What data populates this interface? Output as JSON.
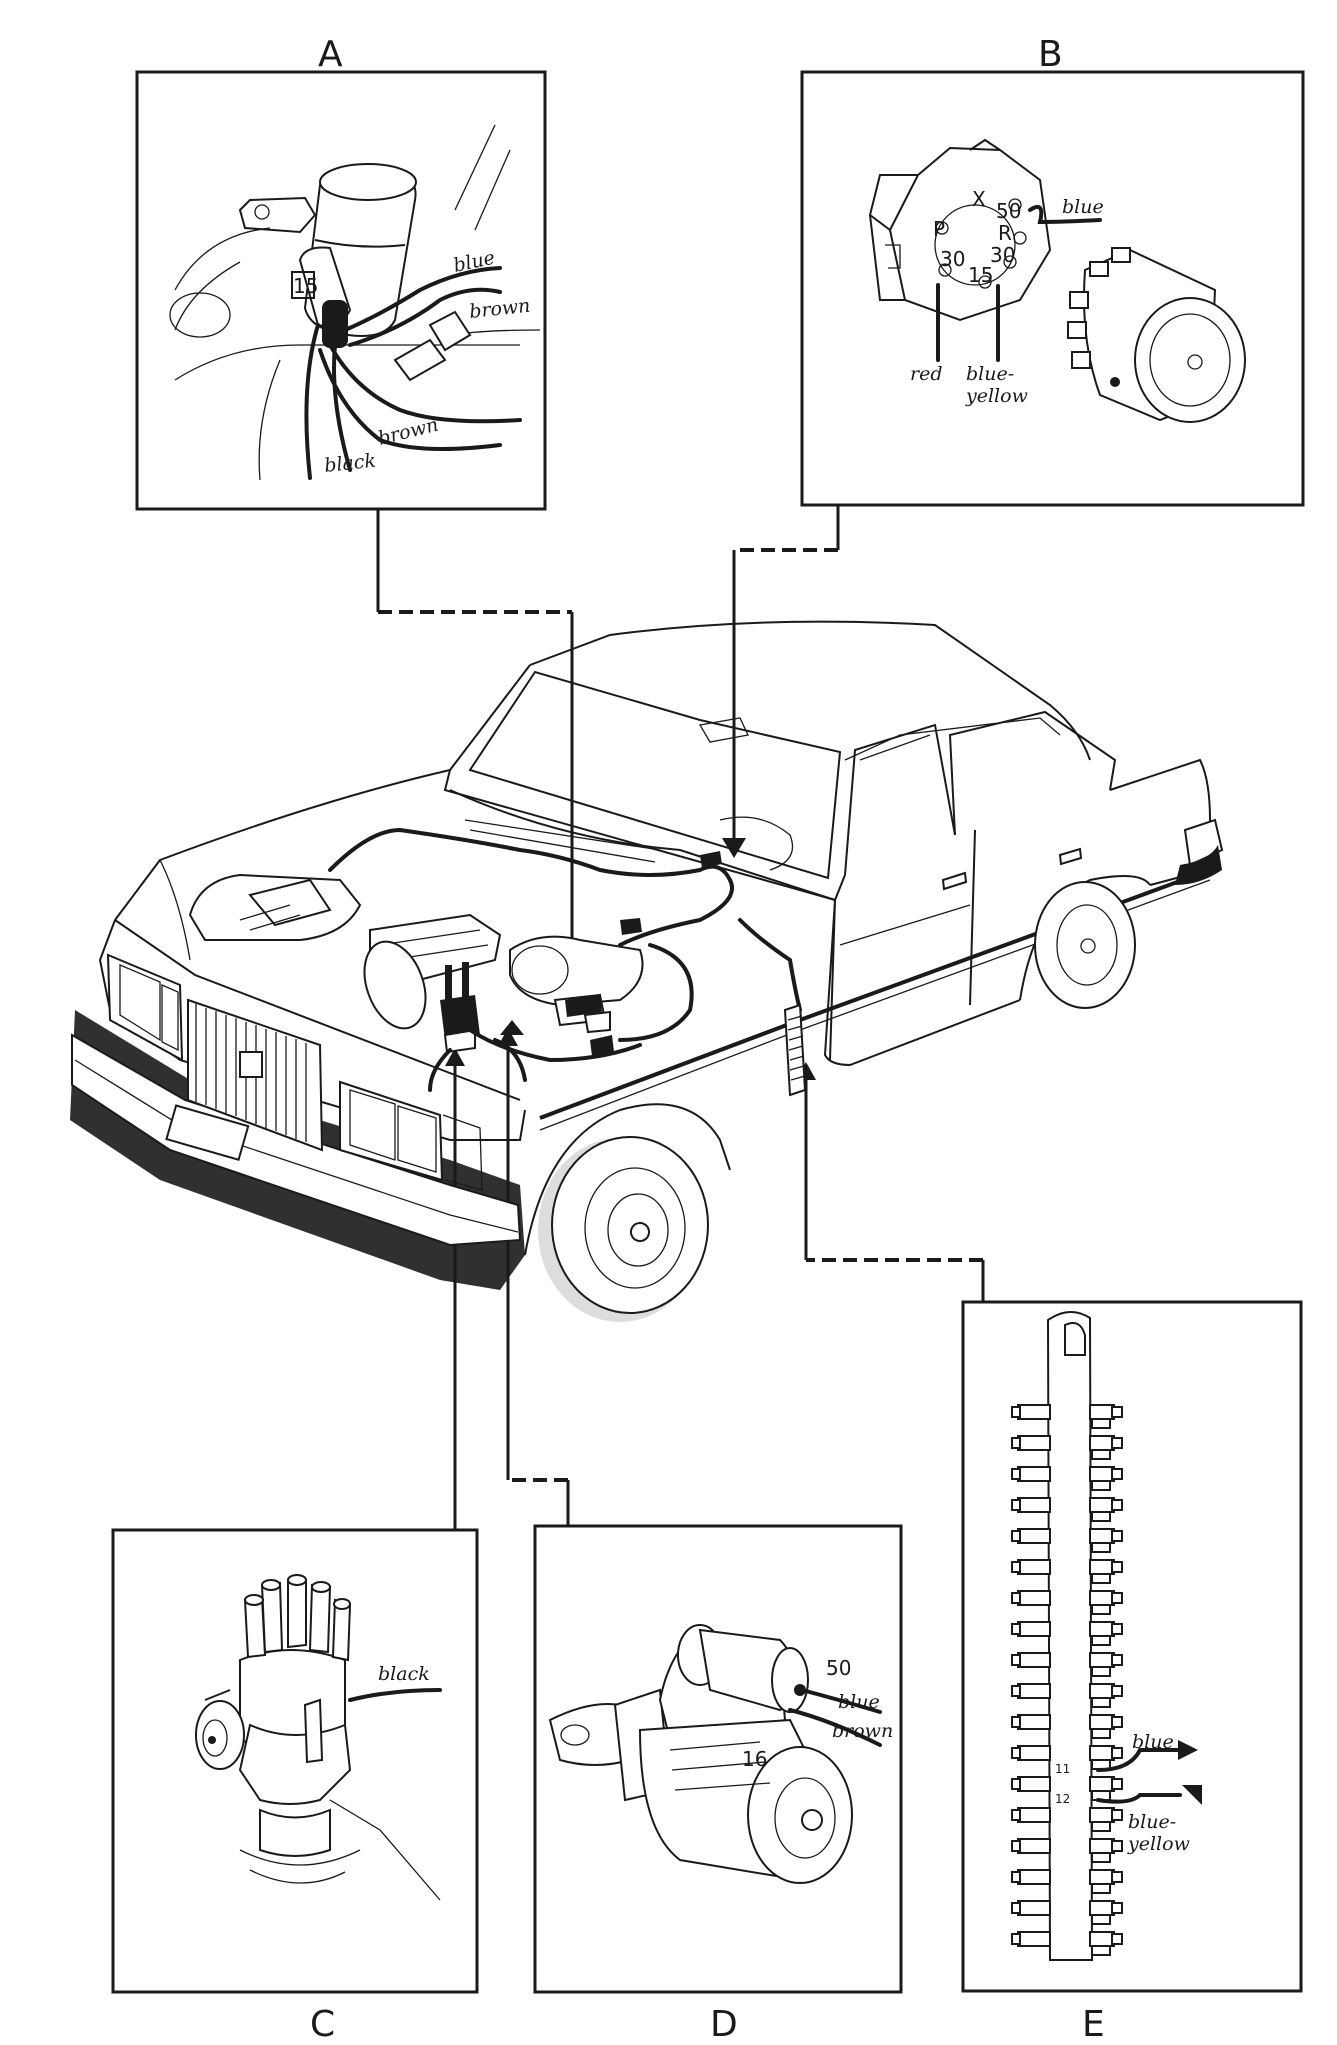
{
  "panels": {
    "A": {
      "letter": "A",
      "labels": {
        "blue": "blue",
        "brown_upper": "brown",
        "brown_lower": "brown",
        "black": "black",
        "terminal_15": "15"
      }
    },
    "B": {
      "letter": "B",
      "labels": {
        "blue": "blue",
        "red": "red",
        "blue_yellow_1": "blue-",
        "blue_yellow_2": "yellow"
      },
      "terminals": {
        "x": "X",
        "t50": "50",
        "p": "P",
        "r": "R",
        "t30a": "30",
        "t30b": "30",
        "t15": "15"
      }
    },
    "C": {
      "letter": "C",
      "labels": {
        "black": "black"
      }
    },
    "D": {
      "letter": "D",
      "labels": {
        "t50": "50",
        "blue": "blue",
        "brown": "brown",
        "t16": "16"
      }
    },
    "E": {
      "letter": "E",
      "labels": {
        "blue": "blue",
        "blue_yellow_1": "blue-",
        "blue_yellow_2": "yellow",
        "t11": "11",
        "t12": "12"
      }
    }
  },
  "colors": {
    "ink": "#1a1a1a",
    "paper": "#ffffff"
  }
}
